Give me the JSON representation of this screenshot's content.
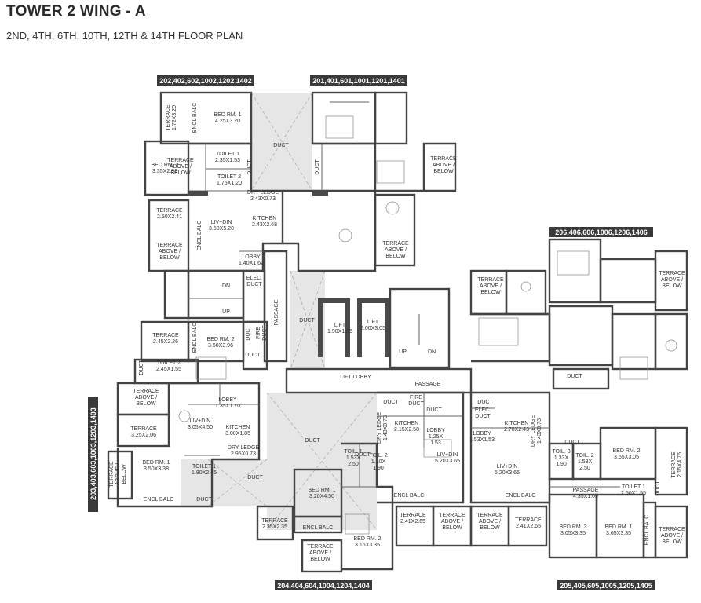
{
  "header": {
    "title": "TOWER 2 WING - A",
    "subtitle": "2ND, 4TH, 6TH, 10TH, 12TH & 14TH FLOOR PLAN"
  },
  "unit_tags": {
    "top_left": "202,402,602,1002,1202,1402",
    "top_right": "201,401,601,1001,1201,1401",
    "right_top": "206,406,606,1006,1206,1406",
    "left_side": "203,403,603,1003,1203,1403",
    "bottom_left": "204,404,604,1004,1204,1404",
    "bottom_right": "205,405,605,1005,1205,1405"
  },
  "rooms": {
    "u202_terrace": [
      "TERRACE",
      "1.72X3.20"
    ],
    "u202_encl_balc": [
      "ENCL BALC"
    ],
    "u202_bed1": [
      "BED RM. 1",
      "4.25X3.20"
    ],
    "u202_bed2": [
      "BED RM. 2",
      "3.35X2.92"
    ],
    "u202_terrace_ab": [
      "TERRACE",
      "ABOVE /",
      "BELOW"
    ],
    "u202_toilet1": [
      "TOILET 1",
      "2.35X1.53"
    ],
    "u202_toilet2": [
      "TOILET 2",
      "1.75X1.20"
    ],
    "u202_duct_small": [
      "DUCT"
    ],
    "u202_dry_ledge": [
      "DRY LEDGE",
      "2.43X0.73"
    ],
    "u202_terrace2": [
      "TERRACE",
      "2.50X2.41"
    ],
    "u202_encl_balc2": [
      "ENCL BALC"
    ],
    "u202_liv": [
      "LIV+DIN",
      "3.50X5.20"
    ],
    "u202_kitchen": [
      "KITCHEN",
      "2.43X2.68"
    ],
    "u202_terrace_ab2": [
      "TERRACE",
      "ABOVE /",
      "BELOW"
    ],
    "lobby_top": [
      "LOBBY",
      "1.40X1.62"
    ],
    "duct_top_center": [
      "DUCT"
    ],
    "u201_duct": [
      "DUCT"
    ],
    "u201_terrace_ab": [
      "TERRACE",
      "ABOVE /",
      "BELOW"
    ],
    "u201_terrace_ab2": [
      "TERRACE",
      "ABOVE /",
      "BELOW"
    ],
    "stair_dn": [
      "DN"
    ],
    "stair_up": [
      "UP"
    ],
    "elec_duct": [
      "ELEC.",
      "DUCT"
    ],
    "passage_v": [
      "PASSAGE"
    ],
    "duct_center_left": [
      "DUCT"
    ],
    "lift1": [
      "LIFT",
      "1.90X1.95"
    ],
    "lift2": [
      "LIFT",
      "2.00X3.05"
    ],
    "core_up": [
      "UP"
    ],
    "core_dn": [
      "DN"
    ],
    "lift_lobby": [
      "LIFT LOBBY"
    ],
    "passage_h": [
      "PASSAGE"
    ],
    "u203_encl_balc": [
      "ENCL BALC"
    ],
    "u203_terrace": [
      "TERRACE",
      "2.45X2.26"
    ],
    "u203_bed2": [
      "BED RM. 2",
      "3.50X3.96"
    ],
    "u203_duct": [
      "DUCT"
    ],
    "u203_fire_duct": [
      "FIRE",
      "DUCT"
    ],
    "u203_duct2": [
      "DUCT"
    ],
    "u203_duct3": [
      "DUCT"
    ],
    "u203_toilet2": [
      "TOILET 2",
      "2.45X1.55"
    ],
    "u203_terrace_ab": [
      "TERRACE",
      "ABOVE /",
      "BELOW"
    ],
    "u203_lobby": [
      "LOBBY",
      "1.35X1.70"
    ],
    "u203_terrace2": [
      "TERRACE",
      "3.25X2.06"
    ],
    "u203_liv": [
      "LIV+DIN",
      "3.05X4.50"
    ],
    "u203_kitchen": [
      "KITCHEN",
      "3.00X1.85"
    ],
    "u203_dry_ledge": [
      "DRY LEDGE",
      "2.95X0.73"
    ],
    "u203_terrace_ab2": [
      "TERRACE",
      "ABOVE /",
      "BELOW"
    ],
    "u203_bed1": [
      "BED RM. 1",
      "3.50X3.38"
    ],
    "u203_toilet1": [
      "TOILET 1",
      "1.80X2.45"
    ],
    "u203_encl_balc2": [
      "ENCL BALC"
    ],
    "u203_duct4": [
      "DUCT"
    ],
    "duct_bottom_center": [
      "DUCT"
    ],
    "duct_bottom_center2": [
      "DUCT"
    ],
    "u204_duct": [
      "DUCT"
    ],
    "u204_toil1": [
      "TOIL. 1",
      "1.53X",
      "2.50"
    ],
    "u204_toil2": [
      "TOIL. 2",
      "1.20X",
      "1.90"
    ],
    "u204_dry_ledge": [
      "DRY LEDGE",
      "1.43X0.73"
    ],
    "u204_bed1": [
      "BED RM. 1",
      "3.20X4.50"
    ],
    "u204_terrace": [
      "TERRACE",
      "2.35X2.35"
    ],
    "u204_encl_balc": [
      "ENCL BALC"
    ],
    "u204_bed2": [
      "BED RM. 2",
      "3.16X3.35"
    ],
    "u204_terrace_ab": [
      "TERRACE",
      "ABOVE /",
      "BELOW"
    ],
    "mid_duct": [
      "DUCT"
    ],
    "mid_fire_duct": [
      "FIRE",
      "DUCT"
    ],
    "mid_kitchen": [
      "KITCHEN",
      "2.15X2.58"
    ],
    "mid_duct2": [
      "DUCT"
    ],
    "mid_lobby": [
      "LOBBY",
      "1.25X",
      "1.53"
    ],
    "mid_liv": [
      "LIV+DIN",
      "5.20X3.65"
    ],
    "mid_encl_balc": [
      "ENCL BALC"
    ],
    "mid_terrace": [
      "TERRACE",
      "2.41X2.65"
    ],
    "mid_terrace_ab": [
      "TERRACE",
      "ABOVE /",
      "BELOW"
    ],
    "u205_terrace_ab": [
      "TERRACE",
      "ABOVE /",
      "BELOW"
    ],
    "u205_terrace": [
      "TERRACE",
      "2.41X2.65"
    ],
    "u205_duct": [
      "DUCT"
    ],
    "u205_elec_duct": [
      "ELEC.",
      "DUCT"
    ],
    "u205_lobby": [
      "LOBBY",
      "1.53X1.53"
    ],
    "u205_kitchen": [
      "KITCHEN",
      "2.78X2.43"
    ],
    "u205_dry_ledge": [
      "DRY LEDGE",
      "1.43X0.73"
    ],
    "u205_liv": [
      "LIV+DIN",
      "5.20X3.65"
    ],
    "u205_toil3": [
      "TOIL. 3",
      "1.33X",
      "1.90"
    ],
    "u205_toil2": [
      "TOIL. 2",
      "1.53X",
      "2.50"
    ],
    "u205_duct2": [
      "DUCT"
    ],
    "u205_bed2": [
      "BED RM. 2",
      "3.65X3.05"
    ],
    "u205_terrace2": [
      "TERRACE",
      "2.15X4.75"
    ],
    "u205_passage": [
      "PASSAGE",
      "4.35X1.00"
    ],
    "u205_toilet1": [
      "TOILET 1",
      "2.50X1.55"
    ],
    "u205_duct3": [
      "DUCT"
    ],
    "u205_encl_balc": [
      "ENCL BALC"
    ],
    "u205_bed3": [
      "BED RM. 3",
      "3.05X3.35"
    ],
    "u205_bed1": [
      "BED RM. 1",
      "3.65X3.35"
    ],
    "u205_encl_balc2": [
      "ENCL BALC"
    ],
    "u205_terrace_ab2": [
      "TERRACE",
      "ABOVE /",
      "BELOW"
    ],
    "u206_terrace_ab": [
      "TERRACE",
      "ABOVE /",
      "BELOW"
    ],
    "u206_terrace_ab2": [
      "TERRACE",
      "ABOVE /",
      "BELOW"
    ],
    "u206_duct": [
      "DUCT"
    ]
  }
}
